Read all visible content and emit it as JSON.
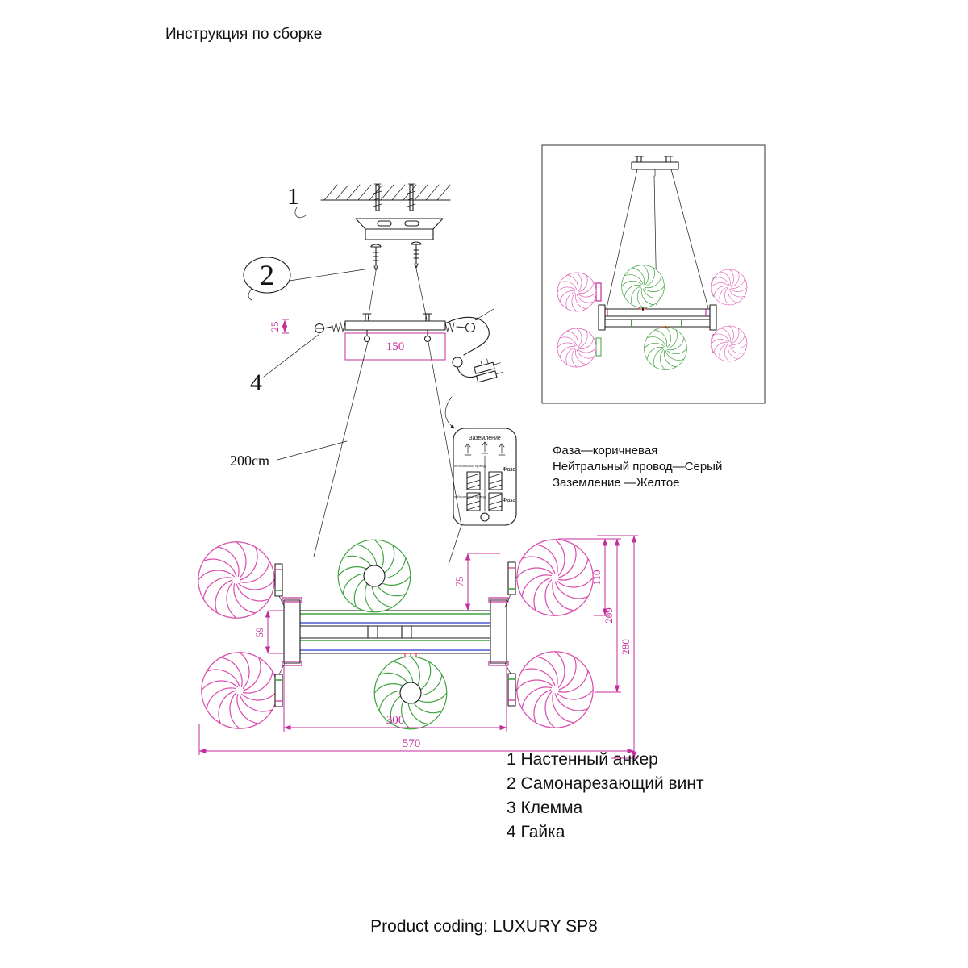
{
  "page": {
    "title": "Инструкция по сборке",
    "product_coding": "Product coding: LUXURY SP8"
  },
  "callouts": {
    "item1": "1",
    "item2": "2",
    "item4": "4",
    "cable_length": "200cm"
  },
  "dimensions": {
    "canopy_width": "150",
    "canopy_height": "25",
    "frame_length": "300",
    "overall_width": "570",
    "frame_height": "59",
    "arm_gap": "75",
    "sphere_diameter": "110",
    "mid_depth": "209",
    "overall_depth": "280"
  },
  "wiring_detail": {
    "ground": "Заземление",
    "phase": "Фаза",
    "neutral": "нейтральный провод"
  },
  "wire_colors": {
    "lines": [
      "Фаза—коричневая",
      "Нейтральный провод—Серый",
      "Заземление —Желтое"
    ]
  },
  "legend": {
    "items": [
      "1 Настенный анкер",
      "2 Самонарезающий винт",
      "3 Клемма",
      "4 Гайка"
    ]
  },
  "colors": {
    "ink": "#1c1c1c",
    "dim": "#c52d9b",
    "pink": "#db4fae",
    "green": "#3fa23f",
    "blue": "#4a5fd0",
    "red": "#d23b3b"
  }
}
